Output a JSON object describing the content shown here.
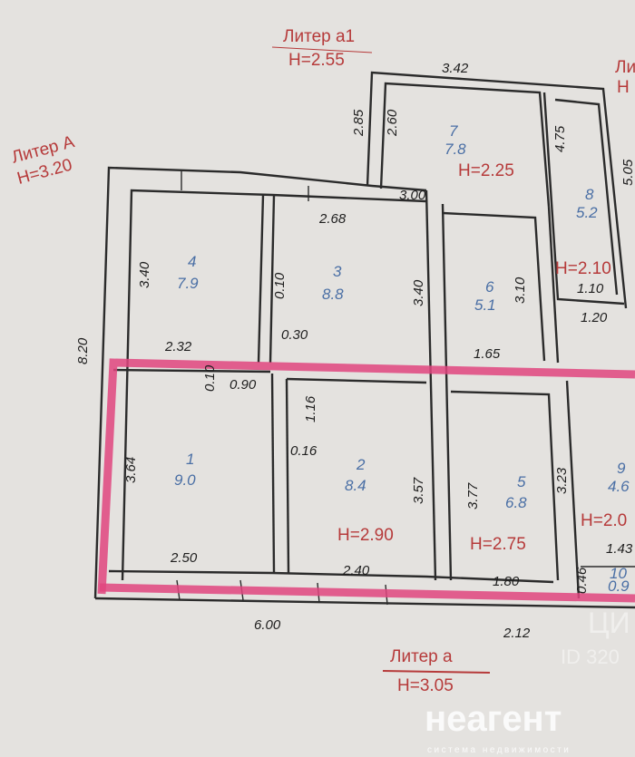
{
  "colors": {
    "paper": "#e4e2df",
    "walls": "#2b2b2b",
    "highlight": "#e0457f",
    "liter_label": "#b63a3a",
    "room_label": "#4a6fa5"
  },
  "liters": [
    {
      "name": "Литер a1",
      "height": "H=2.55"
    },
    {
      "name": "Литер А",
      "height": "H=3.20"
    },
    {
      "name": "Ли",
      "height": "H"
    },
    {
      "name": "Литер а",
      "height": "H=3.05"
    }
  ],
  "rooms": [
    {
      "number": "1",
      "area": "9.0"
    },
    {
      "number": "2",
      "area": "8.4"
    },
    {
      "number": "3",
      "area": "8.8"
    },
    {
      "number": "4",
      "area": "7.9"
    },
    {
      "number": "5",
      "area": "6.8"
    },
    {
      "number": "6",
      "area": "5.1"
    },
    {
      "number": "7",
      "area": "7.8"
    },
    {
      "number": "8",
      "area": "5.2"
    },
    {
      "number": "9",
      "area": "4.6"
    },
    {
      "number": "10",
      "area": "0.9"
    }
  ],
  "heights": [
    "H=2.25",
    "H=2.10",
    "H=2.90",
    "H=2.75",
    "H=2.0"
  ],
  "dimensions": [
    "3.42",
    "2.85",
    "2.60",
    "4.75",
    "3.00",
    "5.05",
    "2.68",
    "3.40",
    "0.10",
    "3.40",
    "3.10",
    "1.10",
    "1.20",
    "8.20",
    "2.32",
    "1.65",
    "0.90",
    "0.10",
    "1.16",
    "3.64",
    "0.16",
    "3.57",
    "3.77",
    "3.23",
    "1.43",
    "2.50",
    "2.40",
    "1.80",
    "6.00",
    "2.12",
    "0.30",
    "0.46"
  ],
  "watermark": {
    "brand": "неагент",
    "tagline": "система недвижимости",
    "partner": "ЦИ",
    "id": "ID 320"
  }
}
